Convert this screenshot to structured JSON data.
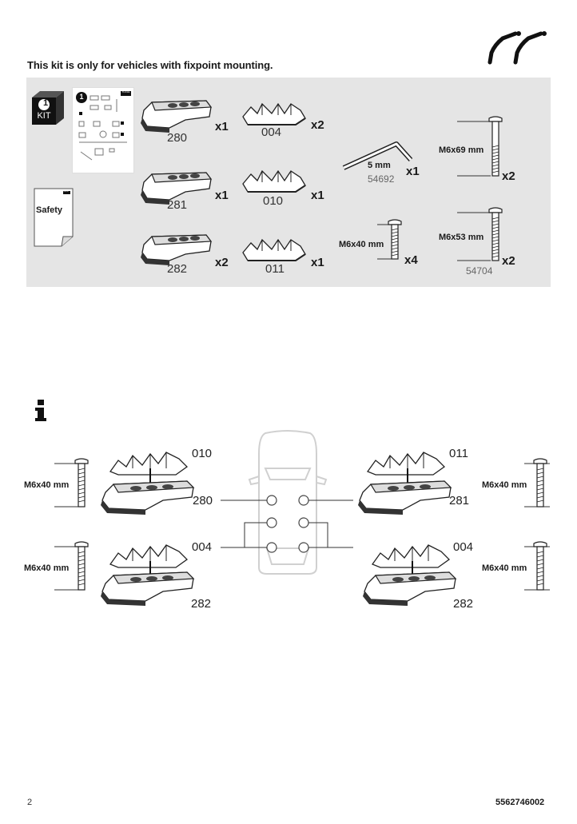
{
  "header": {
    "notice": "This kit is only for vehicles with fixpoint mounting.",
    "roof_bar_icon": "roof-bars-icon"
  },
  "kit_panel": {
    "kit_badge": {
      "number": "1",
      "label": "KIT"
    },
    "leaflet": {
      "step": "1",
      "brand": "THULE"
    },
    "safety_doc": {
      "label": "Safety",
      "brand": "THULE"
    },
    "parts": [
      {
        "id": "280",
        "qty": "x1",
        "kind": "foot-pad"
      },
      {
        "id": "281",
        "qty": "x1",
        "kind": "foot-pad"
      },
      {
        "id": "282",
        "qty": "x2",
        "kind": "foot-pad"
      },
      {
        "id": "004",
        "qty": "x2",
        "kind": "bracket"
      },
      {
        "id": "010",
        "qty": "x1",
        "kind": "bracket"
      },
      {
        "id": "011",
        "qty": "x1",
        "kind": "bracket"
      }
    ],
    "allen_key": {
      "size": "5 mm",
      "code": "54692",
      "qty": "x1"
    },
    "bolts": [
      {
        "size": "M6x69 mm",
        "qty": "x2",
        "code": ""
      },
      {
        "size": "M6x40 mm",
        "qty": "x4",
        "code": ""
      },
      {
        "size": "M6x53 mm",
        "qty": "x2",
        "code": "54704"
      }
    ]
  },
  "info": {
    "info_icon": "info-icon",
    "assemblies": [
      {
        "position": "front-left",
        "bracket": "010",
        "pad": "280",
        "bolt": "M6x40 mm"
      },
      {
        "position": "front-right",
        "bracket": "011",
        "pad": "281",
        "bolt": "M6x40 mm"
      },
      {
        "position": "rear-left",
        "bracket": "004",
        "pad": "282",
        "bolt": "M6x40 mm"
      },
      {
        "position": "rear-right",
        "bracket": "004",
        "pad": "282",
        "bolt": "M6x40 mm"
      }
    ]
  },
  "footer": {
    "page_number": "2",
    "document_code": "5562746002"
  }
}
